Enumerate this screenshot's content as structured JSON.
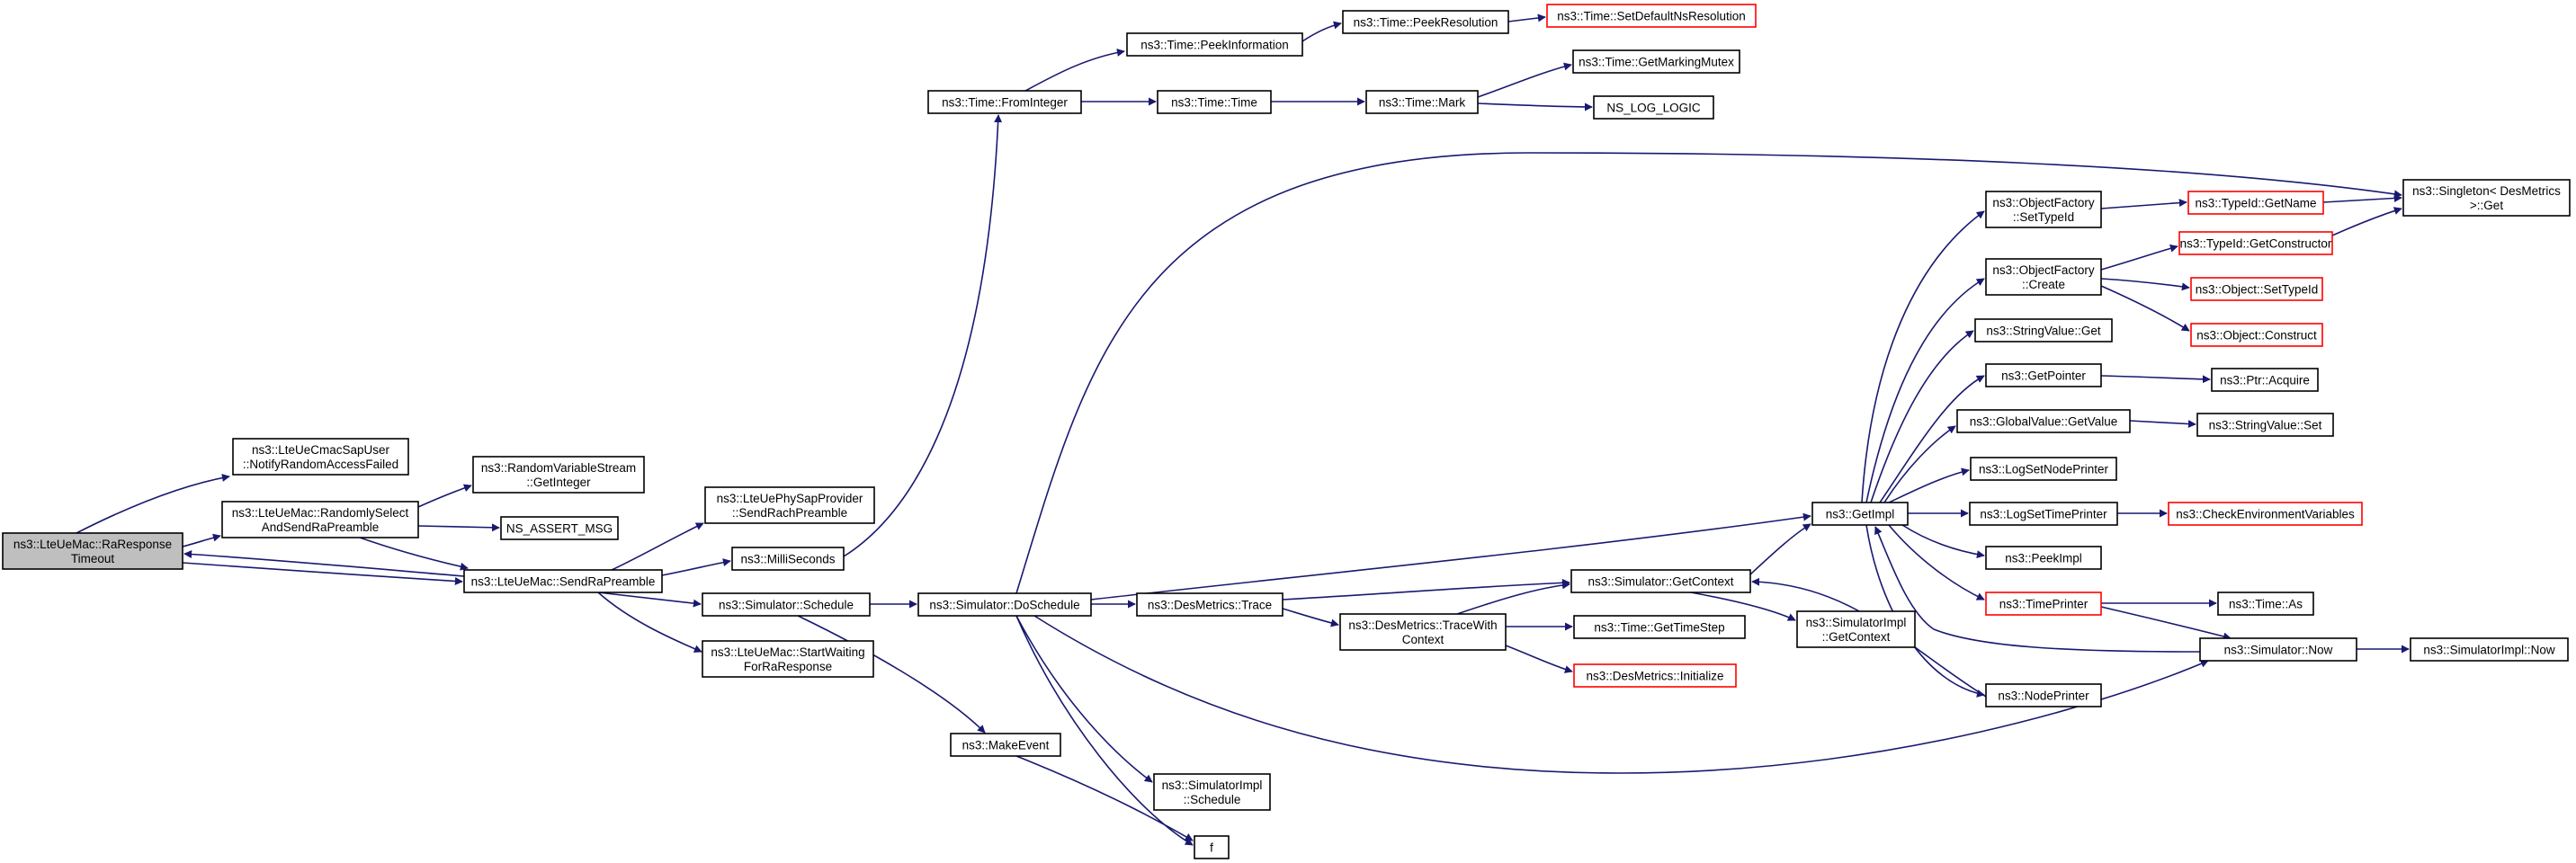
{
  "colors": {
    "edge": "#191970",
    "border": "#000000",
    "highlight_border": "#ff0000",
    "root_fill": "#bfbfbf",
    "node_fill": "#ffffff"
  },
  "nodes": {
    "rare": [
      "ns3::LteUeMac::RaResponse",
      "Timeout"
    ],
    "ntf": [
      "ns3::LteUeCmacSapUser",
      "::NotifyRandomAccessFailed"
    ],
    "rnd": [
      "ns3::LteUeMac::RandomlySelect",
      "AndSendRaPreamble"
    ],
    "rvs": [
      "ns3::RandomVariableStream",
      "::GetInteger"
    ],
    "nsa": [
      "NS_ASSERT_MSG"
    ],
    "srp": [
      "ns3::LteUeMac::SendRaPreamble"
    ],
    "phy": [
      "ns3::LteUePhySapProvider",
      "::SendRachPreamble"
    ],
    "mil": [
      "ns3::MilliSeconds"
    ],
    "sch": [
      "ns3::Simulator::Schedule"
    ],
    "stw": [
      "ns3::LteUeMac::StartWaiting",
      "ForRaResponse"
    ],
    "fint": [
      "ns3::Time::FromInteger"
    ],
    "pinf": [
      "ns3::Time::PeekInformation"
    ],
    "pres": [
      "ns3::Time::PeekResolution"
    ],
    "sdnr": [
      "ns3::Time::SetDefaultNsResolution"
    ],
    "tt": [
      "ns3::Time::Time"
    ],
    "mark": [
      "ns3::Time::Mark"
    ],
    "gmm": [
      "ns3::Time::GetMarkingMutex"
    ],
    "nll": [
      "NS_LOG_LOGIC"
    ],
    "dsch": [
      "ns3::Simulator::DoSchedule"
    ],
    "mev": [
      "ns3::MakeEvent"
    ],
    "f": [
      "f"
    ],
    "sisch": [
      "ns3::SimulatorImpl",
      "::Schedule"
    ],
    "dtr": [
      "ns3::DesMetrics::Trace"
    ],
    "dtwc": [
      "ns3::DesMetrics::TraceWith",
      "Context"
    ],
    "gctx": [
      "ns3::Simulator::GetContext"
    ],
    "sigc": [
      "ns3::SimulatorImpl",
      "::GetContext"
    ],
    "gts": [
      "ns3::Time::GetTimeStep"
    ],
    "dini": [
      "ns3::DesMetrics::Initialize"
    ],
    "gimp": [
      "ns3::GetImpl"
    ],
    "ofst": [
      "ns3::ObjectFactory",
      "::SetTypeId"
    ],
    "ofcr": [
      "ns3::ObjectFactory",
      "::Create"
    ],
    "svg": [
      "ns3::StringValue::Get"
    ],
    "gptr": [
      "ns3::GetPointer"
    ],
    "gvgv": [
      "ns3::GlobalValue::GetValue"
    ],
    "lsnp": [
      "ns3::LogSetNodePrinter"
    ],
    "lstp": [
      "ns3::LogSetTimePrinter"
    ],
    "pimp": [
      "ns3::PeekImpl"
    ],
    "tpr": [
      "ns3::TimePrinter"
    ],
    "npr": [
      "ns3::NodePrinter"
    ],
    "tgn": [
      "ns3::TypeId::GetName"
    ],
    "tgc": [
      "ns3::TypeId::GetConstructor"
    ],
    "ost": [
      "ns3::Object::SetTypeId"
    ],
    "ocon": [
      "ns3::Object::Construct"
    ],
    "pacq": [
      "ns3::Ptr::Acquire"
    ],
    "svs": [
      "ns3::StringValue::Set"
    ],
    "cev": [
      "ns3::CheckEnvironmentVariables"
    ],
    "tas": [
      "ns3::Time::As"
    ],
    "snow": [
      "ns3::Simulator::Now"
    ],
    "sinow": [
      "ns3::SimulatorImpl::Now"
    ],
    "sing": [
      "ns3::Singleton< DesMetrics",
      " >::Get"
    ]
  }
}
